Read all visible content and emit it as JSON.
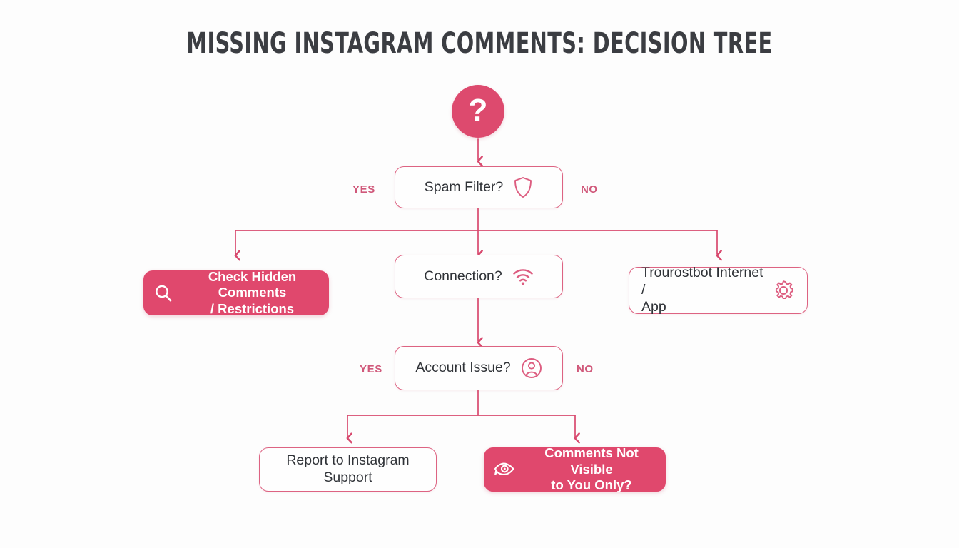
{
  "page": {
    "title": "Missing Instagram Comments: Decision Tree",
    "background_color": "#fdfdfd",
    "accent_color": "#dd4a6e",
    "outline_color": "#dd6382",
    "text_color": "#2f3237"
  },
  "root": {
    "name": "start-question",
    "glyph": "?",
    "icon": "question-mark-icon"
  },
  "nodes": [
    {
      "id": "spam-filter",
      "label": "Spam Filter?",
      "icon": "shield-icon",
      "style": "outlined",
      "layout": "center-row"
    },
    {
      "id": "check-hidden-comments",
      "label": "Check Hidden Comments / Restrictions",
      "icon": "search-icon",
      "style": "filled",
      "layout": "left-icon"
    },
    {
      "id": "connection",
      "label": "Connection?",
      "icon": "wifi-icon",
      "style": "outlined",
      "layout": "center-row"
    },
    {
      "id": "troubleshoot-internet-app",
      "label": "Trourostbot Internet / App",
      "icon": "gear-icon",
      "style": "outlined",
      "layout": "split-row"
    },
    {
      "id": "account-issue",
      "label": "Account Issue?",
      "icon": "user-circle-icon",
      "style": "outlined",
      "layout": "center-row"
    },
    {
      "id": "report-to-support",
      "label": "Report to Instagram Support",
      "icon": null,
      "style": "outlined",
      "layout": "text-only"
    },
    {
      "id": "comments-not-visible",
      "label": "Comments Not Visible to You Only?",
      "icon": "eye-icon",
      "style": "filled",
      "layout": "left-icon"
    }
  ],
  "branch_labels": [
    {
      "id": "spam-yes",
      "text": "YES"
    },
    {
      "id": "spam-no",
      "text": "NO"
    },
    {
      "id": "account-yes",
      "text": "YES"
    },
    {
      "id": "account-no",
      "text": "NO"
    }
  ],
  "chart_data": {
    "type": "tree",
    "title": "Missing Instagram Comments: Decision Tree",
    "root": "?",
    "edges": [
      {
        "from": "start-question",
        "to": "spam-filter",
        "label": ""
      },
      {
        "from": "spam-filter",
        "to": "check-hidden-comments",
        "label": "YES"
      },
      {
        "from": "spam-filter",
        "to": "connection",
        "label": ""
      },
      {
        "from": "spam-filter",
        "to": "troubleshoot-internet-app",
        "label": "NO"
      },
      {
        "from": "connection",
        "to": "account-issue",
        "label": ""
      },
      {
        "from": "account-issue",
        "to": "report-to-support",
        "label": "YES"
      },
      {
        "from": "account-issue",
        "to": "comments-not-visible",
        "label": "NO"
      }
    ]
  }
}
